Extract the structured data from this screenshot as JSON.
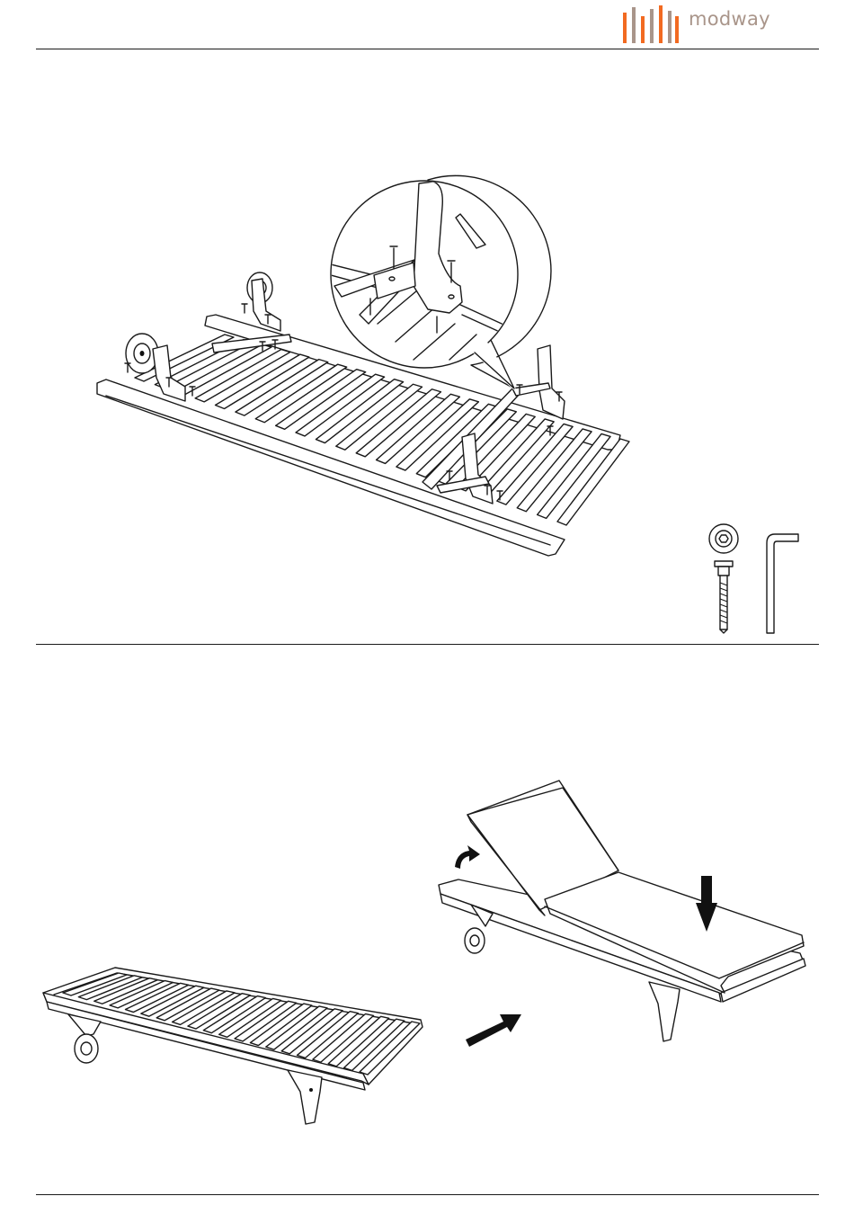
{
  "brand": {
    "name": "modway",
    "bar_colors": [
      "#f26a21",
      "#a9958a",
      "#f26a21",
      "#a9958a",
      "#f26a21",
      "#a9958a",
      "#f26a21"
    ],
    "text_color": "#a9958a"
  },
  "steps": [
    {
      "figure": "assembly-legs-bottom-view",
      "parts": [
        "bolt-with-washer",
        "allen-key"
      ]
    },
    {
      "figure": "flip-frame-and-attach-cushion",
      "arrows": [
        "flip-arrow",
        "down-arrow",
        "curved-arrow"
      ]
    }
  ]
}
